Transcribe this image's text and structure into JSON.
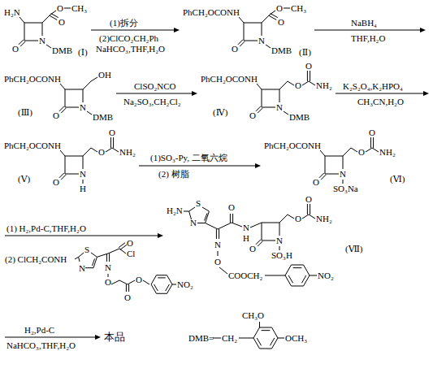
{
  "diagram": {
    "nodes": [
      {
        "text": [
          "H₂N",
          "O",
          "CH₃",
          "O",
          "O",
          "N",
          "DMB",
          "(Ⅰ)"
        ]
      },
      {
        "text": [
          "PhCH₂OCONH",
          "O",
          "CH₃",
          "O",
          "O",
          "N",
          "DMB",
          "(Ⅱ)"
        ]
      },
      {
        "text": [
          "PhCH₂OCONH",
          "OH",
          "O",
          "N",
          "DMB",
          "(Ⅲ)"
        ]
      },
      {
        "text": [
          "PhCH₂OCONH",
          "O",
          "O",
          "NH₂",
          "O",
          "N",
          "DMB",
          "(Ⅳ)"
        ]
      },
      {
        "text": [
          "PhCH₂OCONH",
          "O",
          "O",
          "NH₂",
          "O",
          "N",
          "H",
          "(Ⅴ)"
        ]
      },
      {
        "text": [
          "PhCH₂OCONH",
          "O",
          "O",
          "NH₂",
          "O",
          "N",
          "SO₃Na",
          "(Ⅵ)"
        ]
      },
      {
        "text": [
          "H₂N",
          "S",
          "N",
          "N",
          "O",
          "COOCH₂",
          "NO₂",
          "O",
          "N",
          "H",
          "O",
          "N",
          "SO₃H",
          "O",
          "O",
          "NH₂",
          "(Ⅶ)"
        ]
      },
      {
        "text": [
          "本品"
        ]
      }
    ],
    "edges": [
      {
        "from": 0,
        "to": 1,
        "arrow": "to",
        "label": "(1)拆分"
      },
      {
        "from": 1,
        "to": 2,
        "arrow": "to",
        "label": "NaBH₄"
      },
      {
        "from": 2,
        "to": 3,
        "arrow": "to",
        "label": "ClSO₂NCO"
      },
      {
        "from": 3,
        "to": 4,
        "arrow": "to",
        "label": "K₂S₂O₄,K₂HPO₄"
      },
      {
        "from": 4,
        "to": 5,
        "arrow": "to",
        "label": "(1)SO₃-Py, 二氧六烷"
      },
      {
        "from": 5,
        "to": 6,
        "arrow": "to",
        "label": "(1) H₂,Pd-C,THF,H₂O"
      },
      {
        "from": 6,
        "to": 7,
        "arrow": "to",
        "label": "H₂,Pd-C"
      }
    ],
    "labels": [
      "(2)ClCO₂CH₂Ph",
      "NaHCO₃,THF,H₂O",
      "THF,H₂O",
      "Na₂SO₃,CH₂Cl₂",
      "CH₃CN,H₂O",
      "(2) 树脂",
      "(2) ClCH₂CONH",
      "S",
      "N",
      "O",
      "Cl",
      "N",
      "O",
      "O",
      "O",
      "NO₂",
      "NaHCO₃,THF,H₂O",
      "DMB=",
      "CH₂",
      "CH₃O",
      "OCH₃"
    ]
  }
}
